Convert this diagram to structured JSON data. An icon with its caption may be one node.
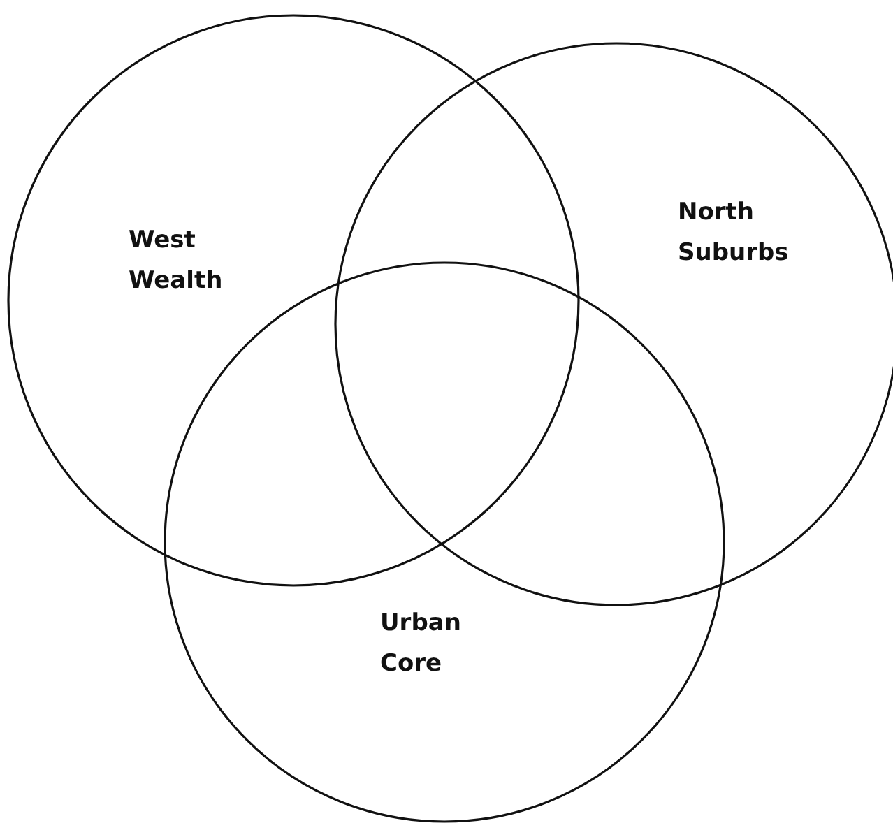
{
  "diagram": {
    "nodes": [
      {
        "text": [
          "West Wealth"
        ]
      },
      {
        "text": [
          "North Suburbs"
        ]
      },
      {
        "text": [
          "Urban Core"
        ]
      }
    ]
  }
}
